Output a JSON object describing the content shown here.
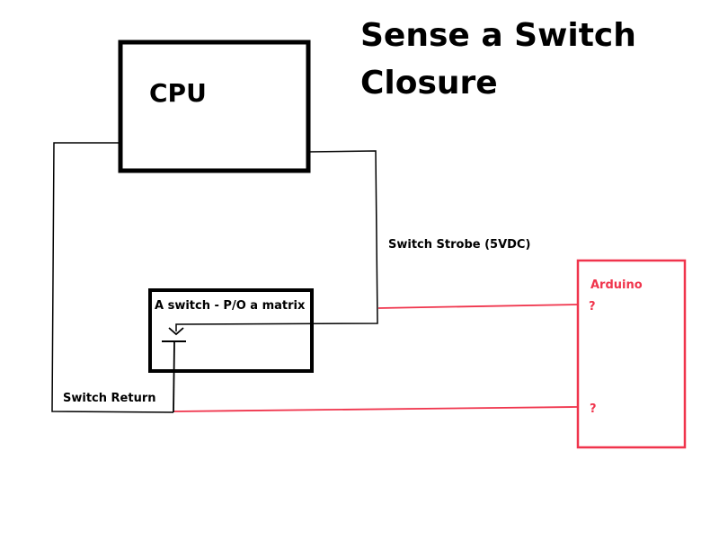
{
  "title": {
    "line1": "Sense a Switch",
    "line2": "Closure"
  },
  "blocks": {
    "cpu": {
      "label": "CPU"
    },
    "switch": {
      "label": "A switch - P/O a matrix"
    },
    "arduino": {
      "label": "Arduino",
      "pin1": "?",
      "pin2": "?"
    }
  },
  "wires": {
    "strobe_label": "Switch Strobe (5VDC)",
    "return_label": "Switch Return"
  },
  "colors": {
    "ink": "#000000",
    "arduino": "#f0344c"
  }
}
